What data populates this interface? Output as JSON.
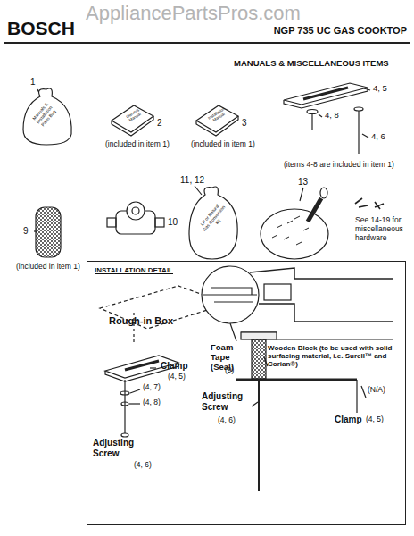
{
  "diagram": {
    "title": "NGP 735 UC GAS COOKTOP",
    "nodes": [
      {
        "text": [
          "INSTALLATION DETAIL"
        ]
      }
    ],
    "labels": [
      "AppliancePartsPros.com",
      "BOSCH",
      "MANUALS & MISCELLANEOUS ITEMS",
      "1",
      "Manuals & Installation Parts Bag",
      "2",
      "Owner's Manual",
      "(included in item 1)",
      "3",
      "Installation Manual",
      "(included in item 1)",
      "4, 5",
      "4, 8",
      "4, 6",
      "(items 4-8 are included in item 1)",
      "9",
      "(included in item 1)",
      "10",
      "11, 12",
      "LP or Natural Gas Conversion Kit",
      "13",
      "See 14-19 for miscellaneous hardware",
      "Rough-in Box",
      "Clamp",
      "(4, 5)",
      "(4, 7)",
      "(4, 8)",
      "Adjusting Screw",
      "(4, 6)",
      "Foam Tape (Seal)",
      "(9)",
      "Wooden Block (to be used with solid surfacing material, i.e. Surell™ and Corian®)",
      "(N/A)",
      "Adjusting Screw",
      "(4, 6)",
      "Clamp",
      "(4, 5)"
    ]
  }
}
